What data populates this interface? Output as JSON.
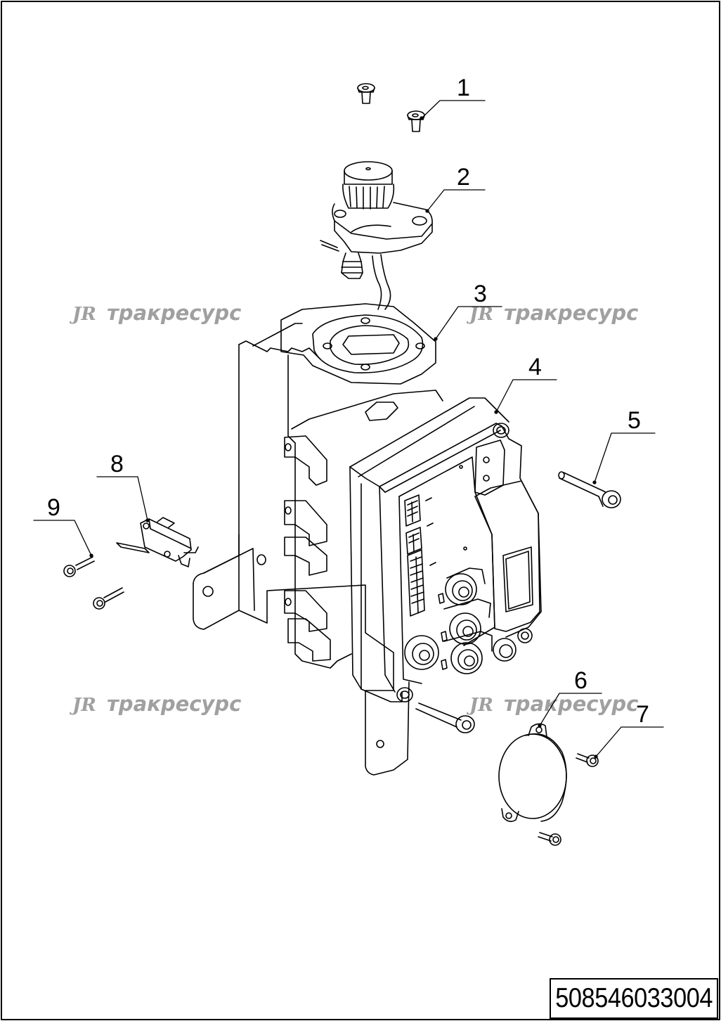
{
  "drawing": {
    "callouts": [
      {
        "id": "1",
        "label": "1"
      },
      {
        "id": "2",
        "label": "2"
      },
      {
        "id": "3",
        "label": "3"
      },
      {
        "id": "4",
        "label": "4"
      },
      {
        "id": "5",
        "label": "5"
      },
      {
        "id": "6",
        "label": "6"
      },
      {
        "id": "7",
        "label": "7"
      },
      {
        "id": "8",
        "label": "8"
      },
      {
        "id": "9",
        "label": "9"
      }
    ],
    "watermark": {
      "logo": "JR",
      "text": "тракресурс"
    },
    "part_number": "508546033004"
  },
  "colors": {
    "line": "#000000",
    "watermark": "#a0a0a0",
    "background": "#ffffff"
  }
}
